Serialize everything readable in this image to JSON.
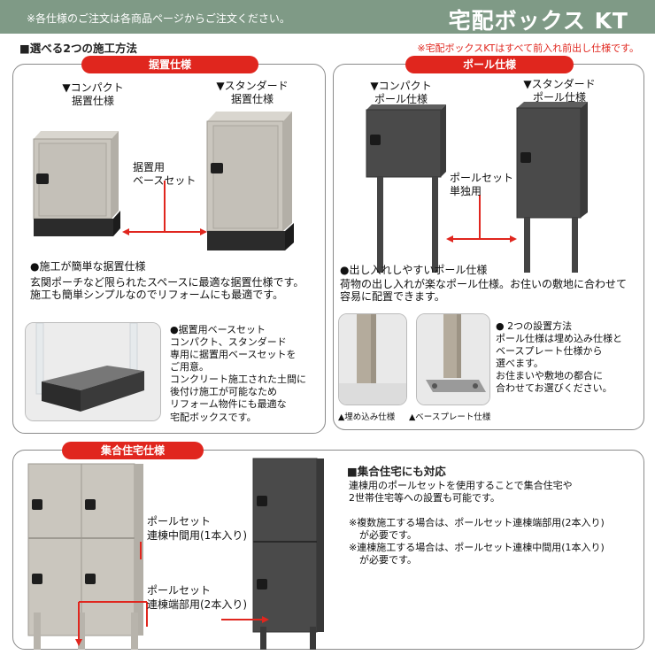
{
  "header": {
    "note": "※各仕様のご注文は各商品ページからご注文ください。",
    "title": "宅配ボックス KT"
  },
  "section_heading": "■選べる2つの施工方法",
  "front_note": "※宅配ボックスKTはすべて前入れ前出し仕様です。",
  "floor_panel": {
    "label": "据置仕様",
    "compact_label_1": "▼コンパクト",
    "compact_label_2": "据置仕様",
    "standard_label_1": "▼スタンダード",
    "standard_label_2": "据置仕様",
    "base_label_1": "据置用",
    "base_label_2": "ベースセット",
    "feature_title": "●施工が簡単な据置仕様",
    "feature_line1": "玄関ポーチなど限られたスペースに最適な据置仕様です。",
    "feature_line2": "施工も簡単シンプルなのでリフォームにも最適です。",
    "baseset_lines": [
      "●据置用ベースセット",
      "コンパクト、スタンダード",
      "専用に据置用ベースセットを",
      "ご用意。",
      "コンクリート施工された土間に",
      "後付け施工が可能なため",
      "リフォーム物件にも最適な",
      "宅配ボックスです。"
    ]
  },
  "pole_panel": {
    "label": "ポール仕様",
    "compact_label_1": "▼コンパクト",
    "compact_label_2": "ポール仕様",
    "standard_label_1": "▼スタンダード",
    "standard_label_2": "ポール仕様",
    "pole_label_1": "ポールセット",
    "pole_label_2": "単独用",
    "feature_title": "●出し入れしやすいポール仕様",
    "feature_line1": "荷物の出し入れが楽なポール仕様。お住いの敷地に合わせて",
    "feature_line2": "容易に配置できます。",
    "caption_embed": "▲埋め込み仕様",
    "caption_baseplate": "▲ベースプレート仕様",
    "method_lines": [
      "● 2つの設置方法",
      "ポール仕様は埋め込み仕様と",
      "ベースプレート仕様から",
      "選べます。",
      "お住まいや敷地の都合に",
      "合わせてお選びください。"
    ]
  },
  "multi_panel": {
    "label": "集合住宅仕様",
    "mid_label_1": "ポールセット",
    "mid_label_2": "連棟中間用(1本入り)",
    "end_label_1": "ポールセット",
    "end_label_2": "連棟端部用(2本入り)",
    "heading": "■集合住宅にも対応",
    "desc_line1": "連棟用のポールセットを使用することで集合住宅や",
    "desc_line2": "2世帯住宅等への設置も可能です。",
    "note1_line1": "※複数施工する場合は、ポールセット連棟端部用(2本入り)",
    "note1_line2": "が必要です。",
    "note2_line1": "※連棟施工する場合は、ポールセット連棟中間用(1本入り)",
    "note2_line2": "が必要です。"
  },
  "colors": {
    "header_bg": "#7f9a86",
    "accent_red": "#e0261e",
    "box_gray": "#c9c5bd",
    "box_dark": "#4a4a4a"
  }
}
